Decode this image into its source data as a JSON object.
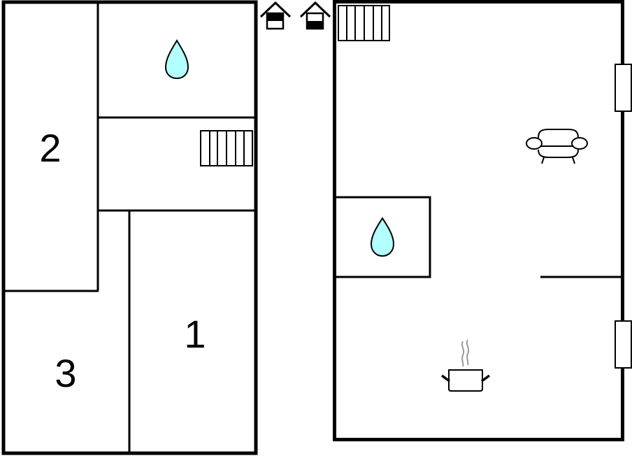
{
  "diagram": {
    "type": "floor-plan",
    "colors": {
      "wall": "#000000",
      "water": "#b3ffff",
      "steam": "#999999",
      "background": "#ffffff"
    },
    "legend_icons": [
      {
        "name": "house-upper-floor-icon",
        "meaning": "upper floor"
      },
      {
        "name": "house-ground-floor-icon",
        "meaning": "ground floor"
      }
    ],
    "left_plan": {
      "rooms": [
        {
          "id": "bedroom-2",
          "label": "2"
        },
        {
          "id": "bedroom-1",
          "label": "1"
        },
        {
          "id": "bedroom-3",
          "label": "3"
        },
        {
          "id": "bathroom-upper",
          "label": ""
        },
        {
          "id": "stair-hall",
          "label": ""
        }
      ],
      "icons": [
        "water-drop-icon",
        "staircase-icon"
      ]
    },
    "right_plan": {
      "rooms": [
        {
          "id": "living-room",
          "label": ""
        },
        {
          "id": "bathroom-ground",
          "label": ""
        },
        {
          "id": "kitchen",
          "label": ""
        }
      ],
      "icons": [
        "staircase-icon",
        "sofa-icon",
        "water-drop-icon",
        "cooking-pot-icon",
        "window-icon",
        "window-icon"
      ]
    }
  }
}
